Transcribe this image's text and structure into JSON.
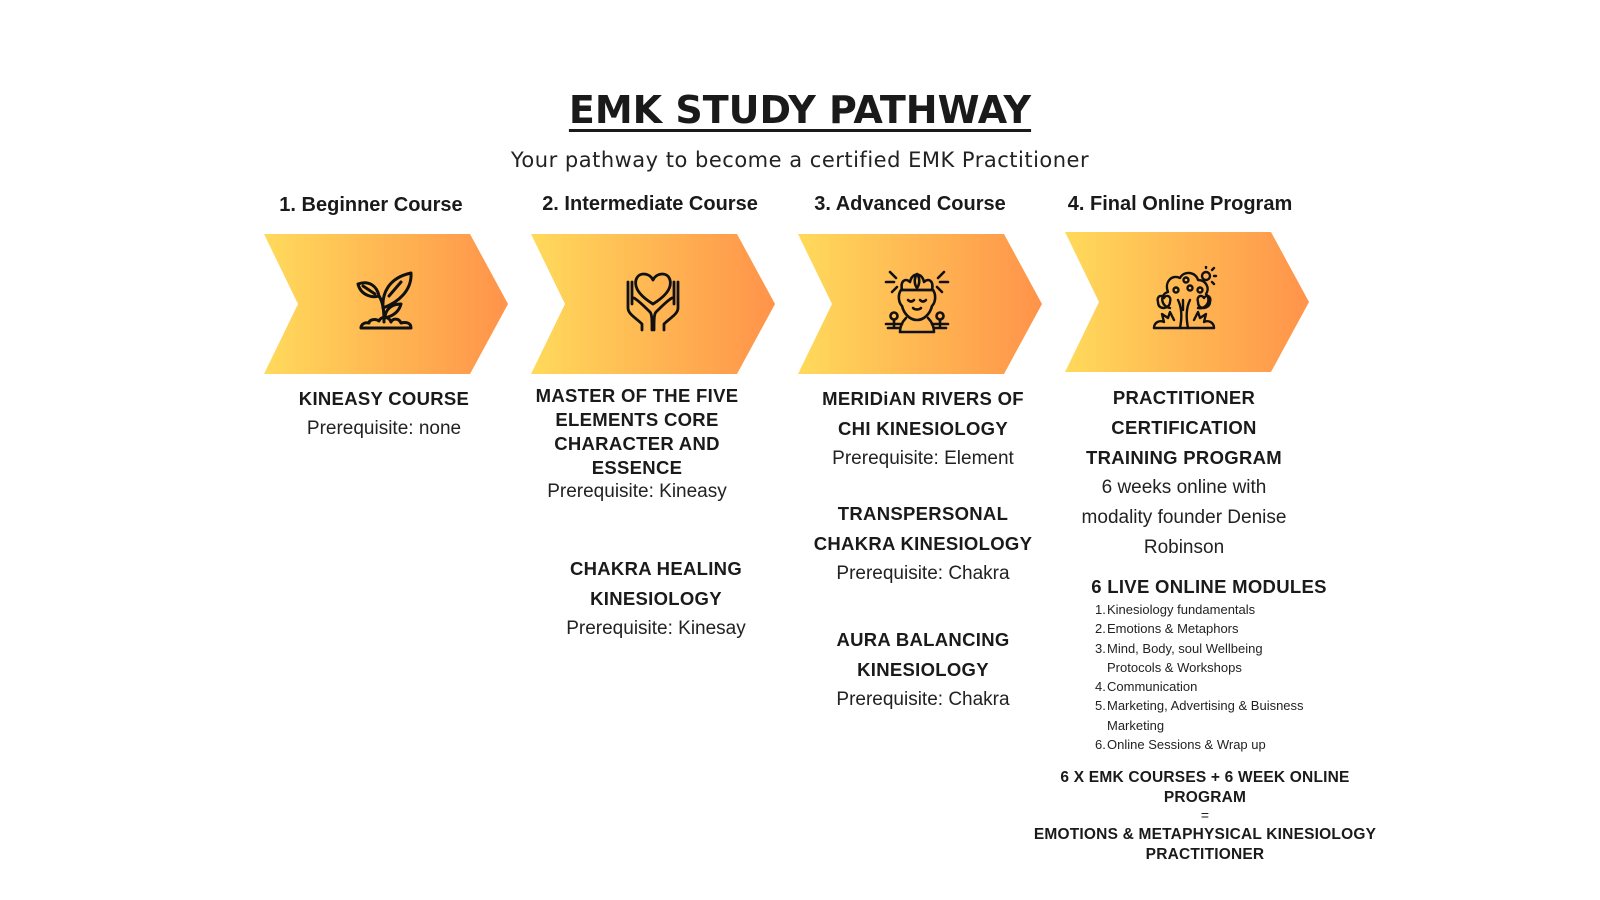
{
  "header": {
    "title": "EMK STUDY PATHWAY",
    "subtitle": "Your pathway to become a certified EMK Practitioner"
  },
  "colors": {
    "gradient_start": "#FFDA5B",
    "gradient_end": "#FF934A",
    "text": "#1a1a1a"
  },
  "stages": [
    {
      "label": "1. Beginner Course",
      "icon": "sprout-icon",
      "courses": [
        {
          "title_lines": [
            "KINEASY COURSE"
          ],
          "prerequisite": "Prerequisite: none"
        }
      ]
    },
    {
      "label": "2. Intermediate Course",
      "icon": "heart-hands-icon",
      "courses": [
        {
          "title_lines": [
            "MASTER OF THE FIVE",
            "ELEMENTS CORE",
            "CHARACTER AND",
            "ESSENCE"
          ],
          "prerequisite": "Prerequisite: Kineasy"
        },
        {
          "title_lines": [
            "CHAKRA HEALING",
            "KINESIOLOGY"
          ],
          "prerequisite": "Prerequisite: Kinesay"
        }
      ]
    },
    {
      "label": "3. Advanced Course",
      "icon": "meditation-head-icon",
      "courses": [
        {
          "title_lines": [
            "MERIDiAN RIVERS OF",
            "CHI KINESIOLOGY"
          ],
          "prerequisite": "Prerequisite: Element"
        },
        {
          "title_lines": [
            "TRANSPERSONAL",
            "CHAKRA KINESIOLOGY"
          ],
          "prerequisite": "Prerequisite: Chakra"
        },
        {
          "title_lines": [
            "AURA BALANCING",
            "KINESIOLOGY"
          ],
          "prerequisite": "Prerequisite: Chakra"
        }
      ]
    },
    {
      "label": "4. Final Online Program",
      "icon": "tree-icon",
      "program": {
        "title_lines": [
          "PRACTITIONER",
          "CERTIFICATION",
          "TRAINING PROGRAM"
        ],
        "description_lines": [
          "6 weeks online with",
          "modality founder Denise",
          "Robinson"
        ],
        "modules_heading": "6 LIVE ONLINE MODULES",
        "modules": [
          {
            "num": "1.",
            "lines": [
              "Kinesiology fundamentals"
            ]
          },
          {
            "num": "2.",
            "lines": [
              "Emotions & Metaphors"
            ]
          },
          {
            "num": "3.",
            "lines": [
              "Mind, Body, soul Wellbeing",
              "Protocols & Workshops"
            ]
          },
          {
            "num": "4.",
            "lines": [
              "Communication"
            ]
          },
          {
            "num": "5.",
            "lines": [
              "Marketing, Advertising & Buisness",
              "Marketing"
            ]
          },
          {
            "num": "6.",
            "lines": [
              "Online Sessions & Wrap up"
            ]
          }
        ],
        "equation_lines": [
          "6 X EMK COURSES + 6 WEEK ONLINE",
          "PROGRAM"
        ],
        "equals": "=",
        "result_lines": [
          "EMOTIONS & METAPHYSICAL KINESIOLOGY",
          "PRACTITIONER"
        ]
      }
    }
  ]
}
